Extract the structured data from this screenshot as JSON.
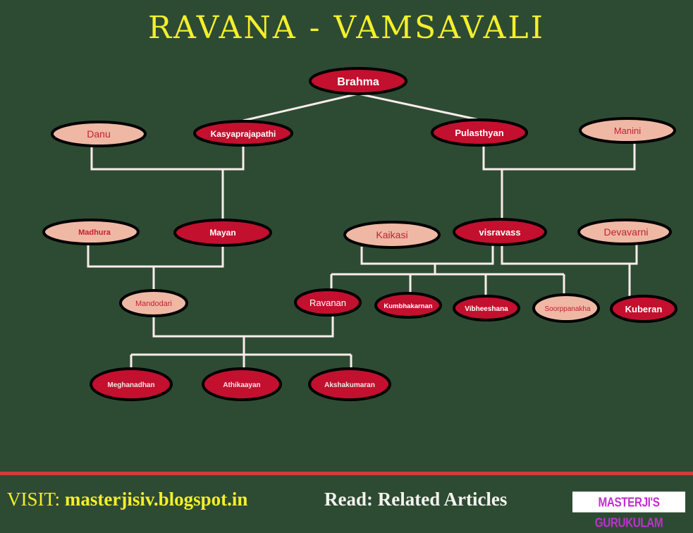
{
  "title": "RAVANA - VAMSAVALI",
  "colors": {
    "background": "#2d4b33",
    "title": "#f4ef2a",
    "male_fill": "#c3102e",
    "female_fill": "#efb8a5",
    "male_text": "#ffffff",
    "female_text": "#c3202e",
    "connector": "#fbecec",
    "divider": "#d63a34"
  },
  "nodes": {
    "brahma": {
      "label": "Brahma",
      "gender": "male"
    },
    "danu": {
      "label": "Danu",
      "gender": "female"
    },
    "kasyaprajapathi": {
      "label": "Kasyaprajapathi",
      "gender": "male"
    },
    "pulasthyan": {
      "label": "Pulasthyan",
      "gender": "male"
    },
    "manini": {
      "label": "Manini",
      "gender": "female"
    },
    "madhura": {
      "label": "Madhura",
      "gender": "female"
    },
    "mayan": {
      "label": "Mayan",
      "gender": "male"
    },
    "kaikasi": {
      "label": "Kaikasi",
      "gender": "female"
    },
    "visravass": {
      "label": "visravass",
      "gender": "male"
    },
    "devavarni": {
      "label": "Devavarni",
      "gender": "female"
    },
    "mandodari": {
      "label": "Mandodari",
      "gender": "female"
    },
    "ravanan": {
      "label": "Ravanan",
      "gender": "male"
    },
    "kumbhakarnan": {
      "label": "Kumbhakarnan",
      "gender": "male"
    },
    "vibheeshana": {
      "label": "Vibheeshana",
      "gender": "male"
    },
    "soorppanakha": {
      "label": "Soorppanakha",
      "gender": "female"
    },
    "kuberan": {
      "label": "Kuberan",
      "gender": "male"
    },
    "meghanadhan": {
      "label": "Meghanadhan",
      "gender": "male"
    },
    "athikaayan": {
      "label": "Athikaayan",
      "gender": "male"
    },
    "akshakumaran": {
      "label": "Akshakumaran",
      "gender": "male"
    }
  },
  "relations": [
    {
      "parents": [
        "brahma"
      ],
      "children": [
        "kasyaprajapathi",
        "pulasthyan"
      ]
    },
    {
      "parents": [
        "danu",
        "kasyaprajapathi"
      ],
      "children": [
        "mayan"
      ]
    },
    {
      "parents": [
        "pulasthyan",
        "manini"
      ],
      "children": [
        "visravass"
      ]
    },
    {
      "parents": [
        "madhura",
        "mayan"
      ],
      "children": [
        "mandodari"
      ]
    },
    {
      "parents": [
        "kaikasi",
        "visravass"
      ],
      "children": [
        "ravanan",
        "kumbhakarnan",
        "vibheeshana",
        "soorppanakha"
      ]
    },
    {
      "parents": [
        "visravass",
        "devavarni"
      ],
      "children": [
        "kuberan"
      ]
    },
    {
      "parents": [
        "mandodari",
        "ravanan"
      ],
      "children": [
        "meghanadhan",
        "athikaayan",
        "akshakumaran"
      ]
    }
  ],
  "footer": {
    "visit_label": "VISIT:",
    "visit_url": "masterjisiv.blogspot.in",
    "read_text": "Read: Related Articles",
    "brand": "MASTERJI'S GURUKULAM"
  }
}
